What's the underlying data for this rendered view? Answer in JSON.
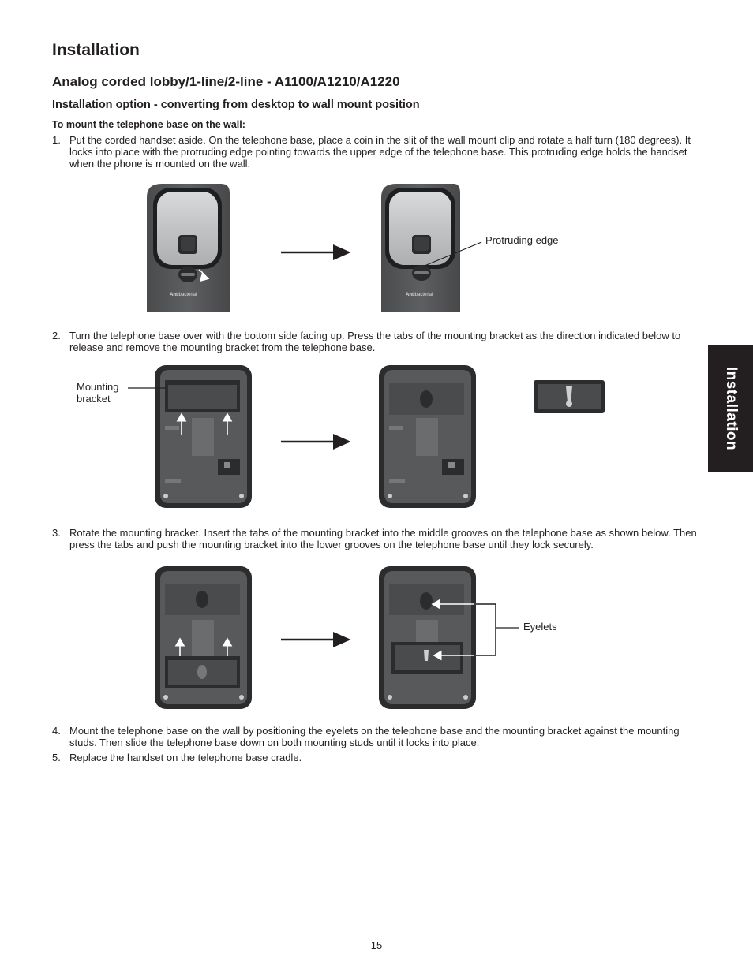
{
  "heading": "Installation",
  "subheading": "Analog corded lobby/1-line/2-line - A1100/A1210/A1220",
  "section_title": "Installation option - converting from desktop to wall mount position",
  "subsection": "To mount the telephone base on the wall:",
  "steps": [
    {
      "num": "1.",
      "text": "Put the corded handset aside. On the telephone base, place a coin in the slit of the wall mount clip and rotate a half turn (180 degrees). It locks into place with the protruding edge pointing towards the upper edge of the telephone base. This protruding edge holds the handset when the phone is mounted on the wall."
    },
    {
      "num": "2.",
      "text": "Turn the telephone base over with the bottom side facing up. Press the tabs of the mounting bracket as the direction indicated below to release and remove the mounting bracket from the telephone base."
    },
    {
      "num": "3.",
      "text": "Rotate the mounting bracket. Insert the tabs of the mounting bracket into the middle grooves on the telephone base as shown below. Then press the tabs and push the mounting bracket into the lower grooves on the telephone base until they lock securely."
    },
    {
      "num": "4.",
      "text": "Mount the telephone base on the wall by positioning the eyelets on the telephone base and the mounting bracket against the mounting studs. Then slide the telephone base down on both mounting studs until it locks into place."
    },
    {
      "num": "5.",
      "text": "Replace the handset on the telephone base cradle."
    }
  ],
  "labels": {
    "protruding_edge": "Protruding edge",
    "mounting_bracket": "Mounting bracket",
    "eyelets": "Eyelets",
    "brand_bold": "Anti",
    "brand_light": "bacterial"
  },
  "side_tab": "Installation",
  "page_number": "15",
  "colors": {
    "phone_dark": "#3d3e40",
    "phone_mid": "#5a5b5d",
    "tab_bg": "#231f20"
  }
}
